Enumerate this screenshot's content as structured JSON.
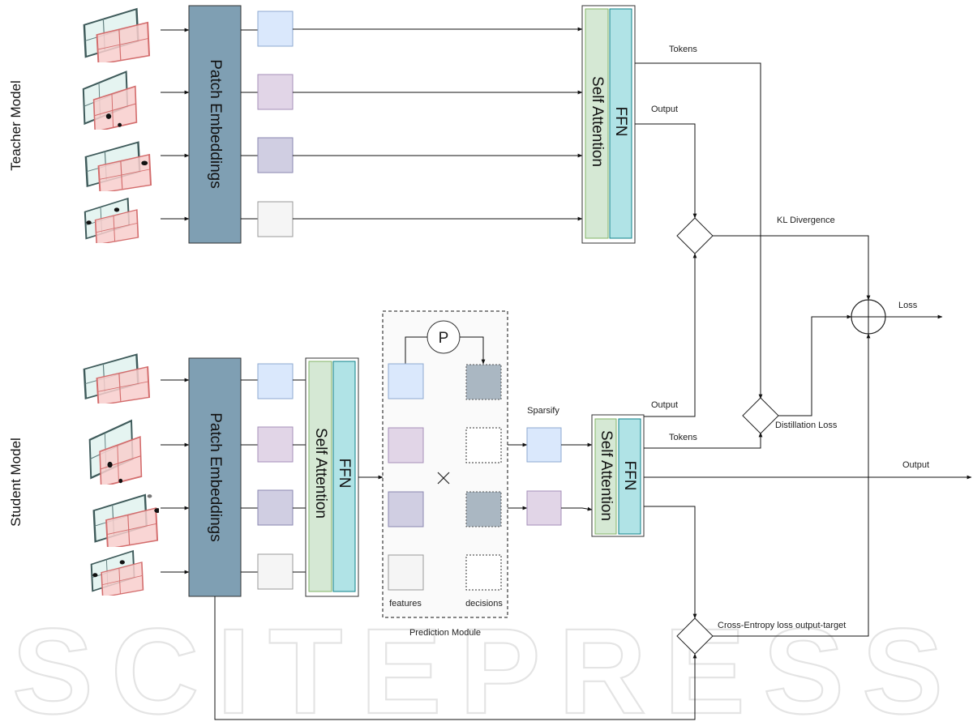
{
  "teacher_label": "Teacher Model",
  "student_label": "Student Model",
  "patch_embeddings": "Patch Embeddings",
  "self_attention": "Self Attention",
  "ffn": "FFN",
  "tokens": "Tokens",
  "output": "Output",
  "kl_divergence": "KL Divergence",
  "loss": "Loss",
  "distillation_loss": "Distillation Loss",
  "cross_entropy": "Cross-Entropy loss output-target",
  "sparsify": "Sparsify",
  "prediction_module": "Prediction Module",
  "predictor": "P",
  "features": "features",
  "decisions": "decisions",
  "watermark": "SCITEPRESS",
  "colors": {
    "token_blue": "#dae8fc",
    "token_purple": "#e1d5e7",
    "token_slate": "#d0cee2",
    "token_grey": "#f5f5f5",
    "patch_embed": "#7f9fb3",
    "self_attn": "#d5e8d4",
    "ffn": "#b0e3e6",
    "decision_keep": "#aab7c2",
    "image_red": "#f8cecc",
    "image_teal": "#d3ece8"
  }
}
